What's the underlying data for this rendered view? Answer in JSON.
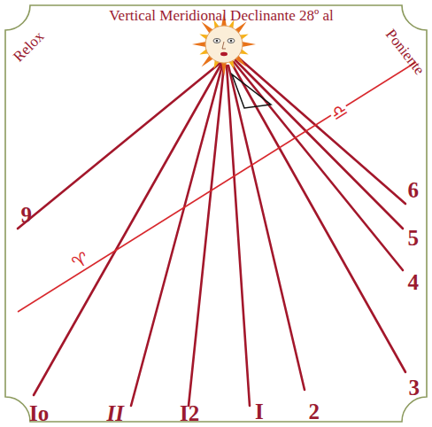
{
  "diagram": {
    "title": "Vertical Meridional Declinante 28º al",
    "labels": [
      "Relox",
      "Poniente",
      "♈",
      "♎",
      "9",
      "Io",
      "II",
      "I2",
      "I",
      "2",
      "3",
      "4",
      "5",
      "6"
    ]
  }
}
